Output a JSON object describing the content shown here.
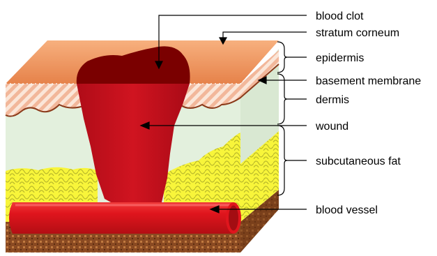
{
  "diagram": {
    "labels": {
      "blood_clot": "blood clot",
      "stratum_corneum": "stratum corneum",
      "epidermis": "epidermis",
      "basement_membrane": "basement membrane",
      "dermis": "dermis",
      "wound": "wound",
      "subcutaneous_fat": "subcutaneous fat",
      "blood_vessel": "blood vessel"
    },
    "colors": {
      "stratum_corneum_top": "#f7a870",
      "stratum_corneum_bottom": "#e6824a",
      "epidermis_hatch_bg": "#fbe6d8",
      "epidermis_hatch": "#f2b79a",
      "dermis": "#e3f0dd",
      "fat": "#f8f53a",
      "fat_cells": "#cfcf3a",
      "hypodermis_base": "#8a4a22",
      "wound": "#c8101e",
      "wound_dark": "#8f0a12",
      "clot": "#7a0000",
      "vessel": "#e0151d",
      "vessel_highlight": "#ff5a5a",
      "vessel_end": "#a30d12"
    }
  }
}
